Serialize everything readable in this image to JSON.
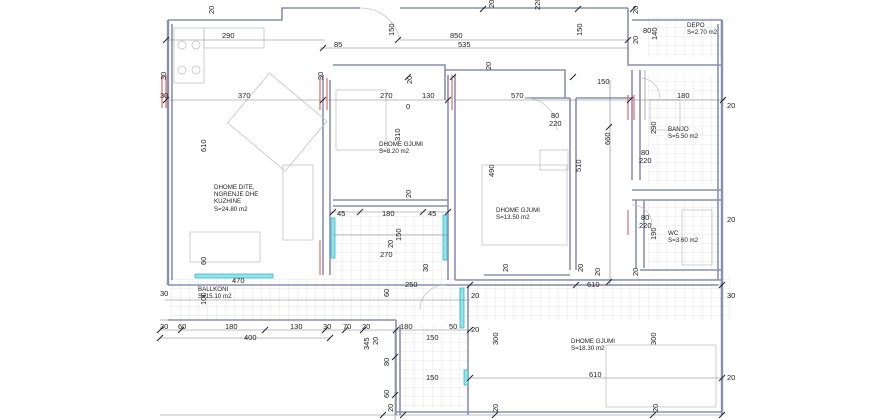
{
  "rooms": [
    {
      "name": "DHOME DITE,\nNGRENJE DHE\nKUZHINE",
      "area": "S=24.80 m2"
    },
    {
      "name": "DHOME GJUMI",
      "area": "S=8.20 m2"
    },
    {
      "name": "DHOME GJUMI",
      "area": "S=13.50 m2"
    },
    {
      "name": "DHOME GJUMI",
      "area": "S=18.30 m2"
    },
    {
      "name": "DEPO",
      "area": "S=2.70 m2"
    },
    {
      "name": "BANJO",
      "area": "S=5.50 m2"
    },
    {
      "name": "WC",
      "area": "S=3.60 m2"
    },
    {
      "name": "BALLKONI",
      "area": "S=15.10 m2"
    }
  ],
  "dimensions": {
    "top": [
      "20",
      "290",
      "850",
      "85",
      "535",
      "150",
      "150",
      "220",
      "20",
      "80",
      "140",
      "20",
      "20",
      "30",
      "30",
      "20",
      "20",
      "150"
    ],
    "middle": [
      "370",
      "270",
      "130",
      "570",
      "80\n220",
      "0",
      "310",
      "610",
      "660",
      "510",
      "490",
      "180",
      "290",
      "80\n220",
      "20",
      "80\n220",
      "190",
      "20",
      "20"
    ],
    "lower": [
      "45",
      "180",
      "45",
      "150",
      "270",
      "30",
      "20",
      "20",
      "20",
      "20",
      "610",
      "20",
      "60",
      "470",
      "30",
      "250",
      "60",
      "30"
    ],
    "bottom": [
      "30",
      "60",
      "180",
      "130",
      "30",
      "70",
      "20",
      "180",
      "50",
      "400",
      "150",
      "345",
      "20",
      "300",
      "610",
      "300",
      "20",
      "30",
      "100",
      "150",
      "60",
      "80",
      "20",
      "20",
      "20",
      "20",
      "20"
    ]
  }
}
